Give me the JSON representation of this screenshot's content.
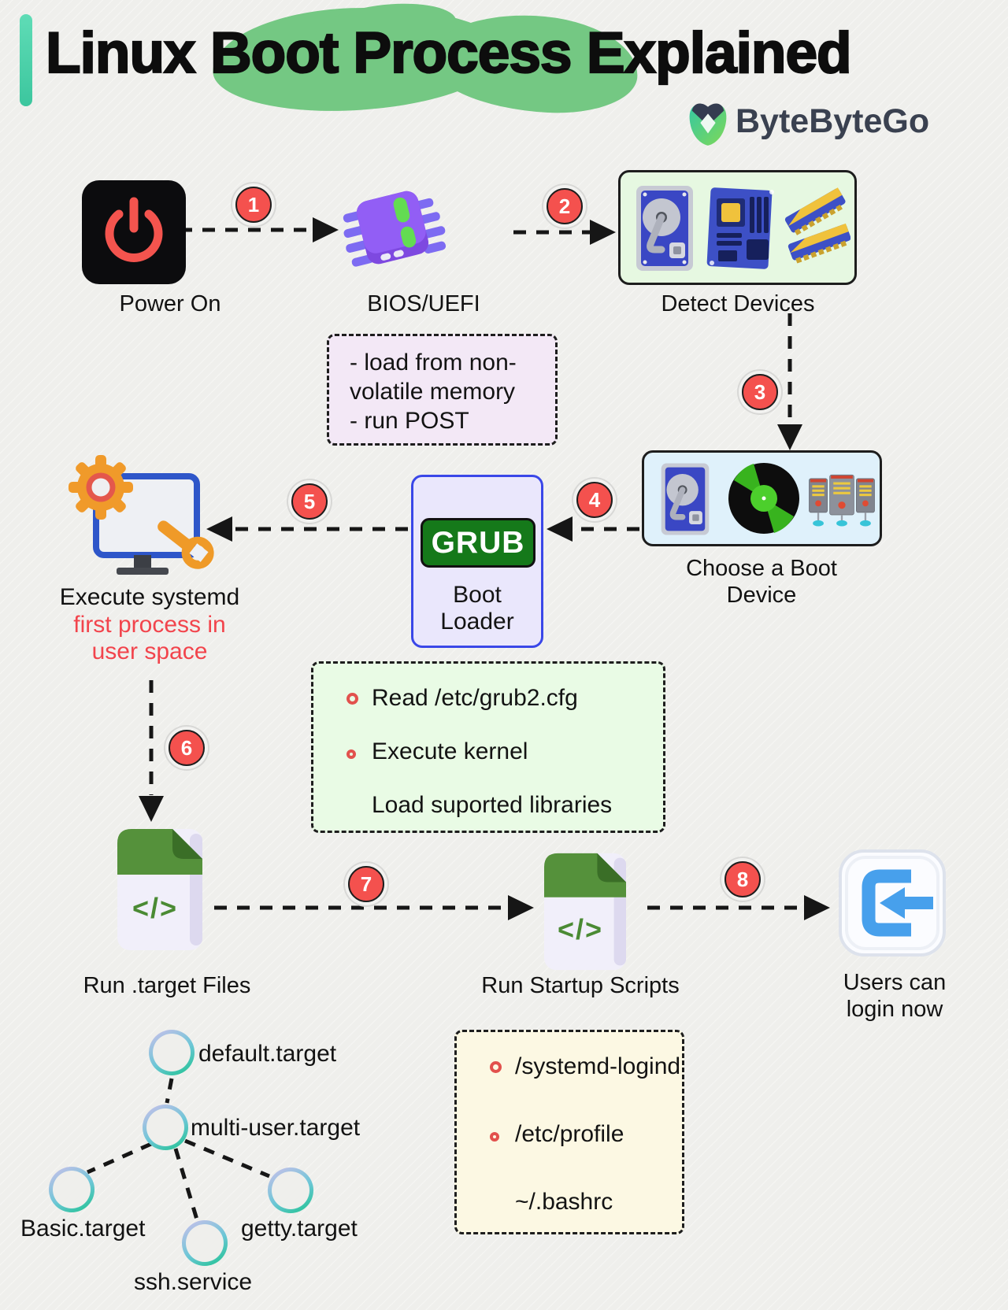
{
  "header": {
    "title_prefix": "Linux ",
    "title_highlight": "Boot Process",
    "title_suffix": " Explained",
    "brand": "ByteByteGo",
    "highlight_color": "#74c883",
    "accent_bar_color": "#4fd6ae"
  },
  "badges": [
    "1",
    "2",
    "3",
    "4",
    "5",
    "6",
    "7",
    "8"
  ],
  "nodes": {
    "power": {
      "label": "Power On"
    },
    "bios": {
      "label": "BIOS/UEFI"
    },
    "detect": {
      "label": "Detect Devices"
    },
    "choose": {
      "label_line1": "Choose a Boot",
      "label_line2": "Device"
    },
    "grub": {
      "name": "GRUB",
      "label_line1": "Boot",
      "label_line2": "Loader"
    },
    "systemd": {
      "label": "Execute systemd",
      "sub_line1": "first process in",
      "sub_line2": "user space"
    },
    "targets": {
      "label": "Run .target Files",
      "code": "</>"
    },
    "scripts": {
      "label": "Run Startup Scripts",
      "code": "</>"
    },
    "login": {
      "label_line1": "Users can",
      "label_line2": "login now"
    }
  },
  "notes": {
    "bios": {
      "line1": "- load from non-",
      "line2": "volatile memory",
      "line3": "- run POST"
    },
    "grub": {
      "item1": "Read /etc/grub2.cfg",
      "item2": "Execute kernel",
      "item3": "Load suported libraries"
    },
    "scripts": {
      "item1": "/systemd-logind",
      "item2": "/etc/profile",
      "item3": "~/.bashrc"
    }
  },
  "tree": {
    "root": "default.target",
    "child": "multi-user.target",
    "leaf1": "Basic.target",
    "leaf2": "ssh.service",
    "leaf3": "getty.target"
  },
  "colors": {
    "background": "#efefec",
    "badge_red": "#f4514e",
    "arrow_black": "#161616",
    "note_purple_bg": "#f3e8f6",
    "note_green_bg": "#e9fbe5",
    "note_yellow_bg": "#fcf8e3",
    "detect_box_bg": "#e6f8e1",
    "choose_box_bg": "#dff1fb",
    "grub_box_border": "#3a47e8",
    "grub_green": "#15791a",
    "systemd_red_text": "#f2444c"
  }
}
